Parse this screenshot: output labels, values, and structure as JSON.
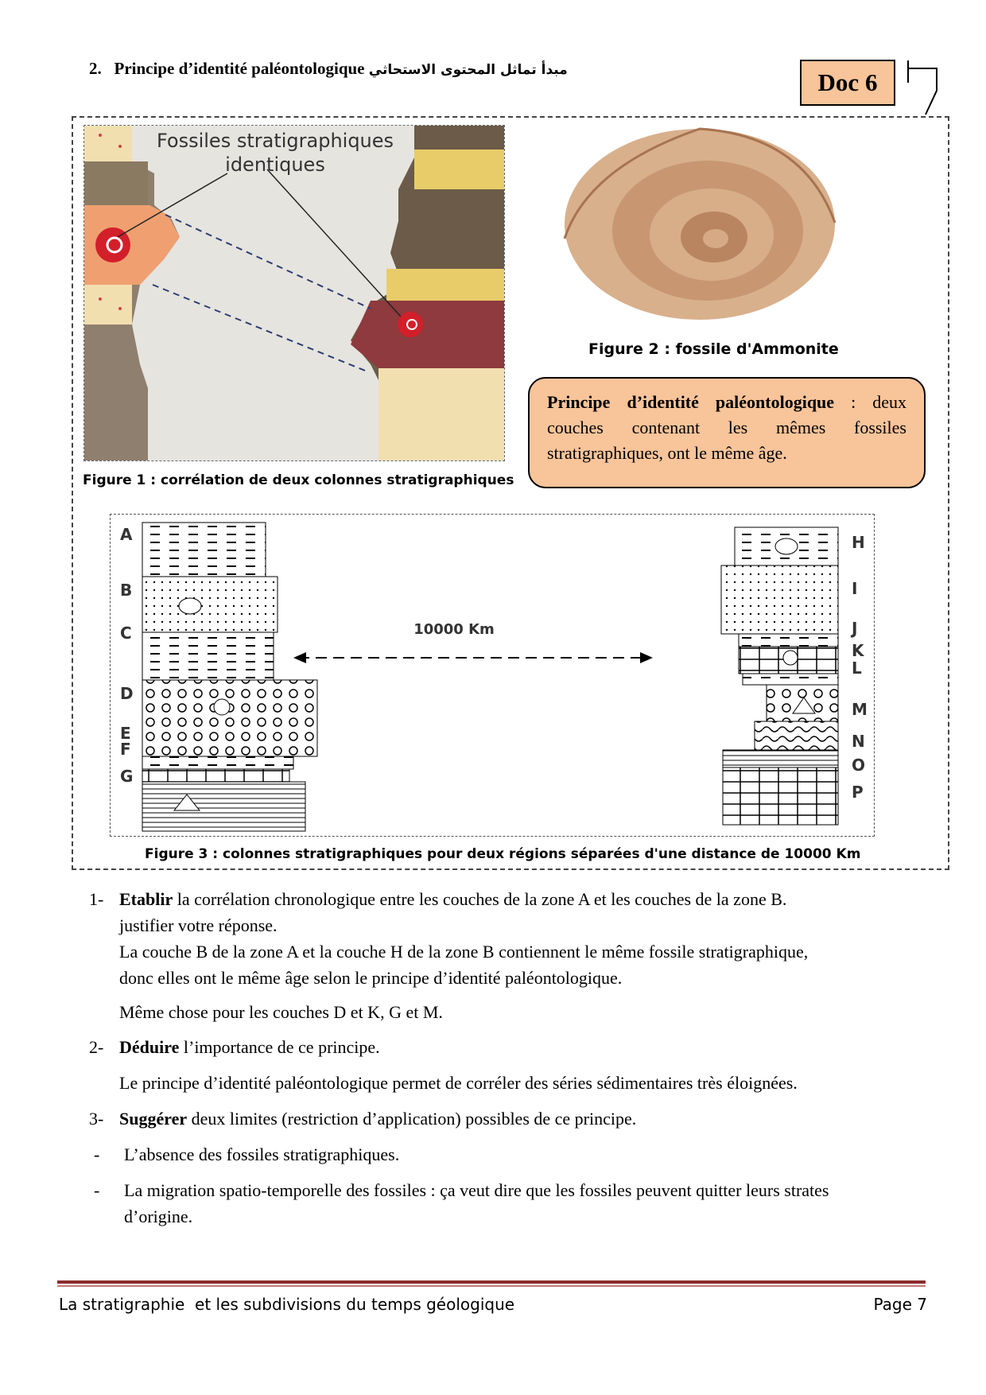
{
  "header": {
    "section_title": "2.   Principe d’identité paléontologique",
    "arabic_title": "مبدأ تماثل المحتوى الاستحاثي",
    "doc_label": "Doc 6"
  },
  "figure1": {
    "banner": [
      "Fossiles stratigraphiques",
      "identiques"
    ],
    "caption": "Figure 1 : corrélation de deux colonnes stratigraphiques"
  },
  "figure2": {
    "caption": "Figure 2 : fossile d'Ammonite"
  },
  "principle_box": {
    "term": "Principe d’identité paléontologique",
    "text": " : deux couches contenant les mêmes fossiles stratigraphiques, ont le même âge."
  },
  "figure3": {
    "left_letters": [
      "A",
      "B",
      "C",
      "D",
      "E",
      "F",
      "G"
    ],
    "right_letters": [
      "H",
      "I",
      "J",
      "K",
      "L",
      "M",
      "N",
      "O",
      "P"
    ],
    "distance": "10000 Km",
    "caption": "Figure 3 : colonnes stratigraphiques pour deux régions séparées d'une distance de 10000 Km"
  },
  "questions": {
    "q1_num": "1-",
    "q1_verb": "Etablir",
    "q1_text": " la corrélation chronologique entre les couches de la zone A et les couches de la zone B.",
    "q1_line2": "justifier votre réponse.",
    "a1_line1": "La couche B de la zone A et la couche H de la zone B contiennent le même fossile stratigraphique,",
    "a1_line2": "donc elles ont le même âge selon le principe d’identité paléontologique.",
    "a1_line3": "Même chose pour les couches D et K, G et M.",
    "q2_num": "2-",
    "q2_verb": "Déduire",
    "q2_text": " l’importance de ce principe.",
    "a2": "Le principe d’identité paléontologique permet de corréler des séries sédimentaires très éloignées.",
    "q3_num": "3-",
    "q3_verb": "Suggérer",
    "q3_text": " deux limites (restriction d’application) possibles de ce principe.",
    "b1_dash": "-",
    "b1": "L’absence des fossiles stratigraphiques.",
    "b2_dash": "-",
    "b2_line1": "La migration spatio-temporelle des fossiles : ça veut dire que les fossiles peuvent quitter leurs strates",
    "b2_line2": "d’origine."
  },
  "footer": {
    "left": "La stratigraphie  et les subdivisions du temps géologique",
    "right": "Page 7"
  }
}
